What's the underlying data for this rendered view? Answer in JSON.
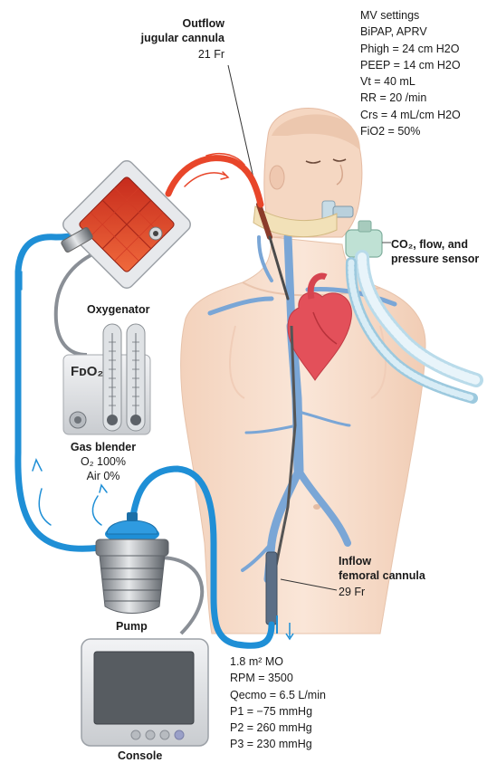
{
  "outflow": {
    "title_line1": "Outflow",
    "title_line2": "jugular cannula",
    "size": "21 Fr"
  },
  "inflow": {
    "title_line1": "Inflow",
    "title_line2": "femoral cannula",
    "size": "29 Fr"
  },
  "mv_settings": [
    "MV settings",
    "BiPAP, APRV",
    "Phigh = 24 cm H2O",
    "PEEP = 14 cm H2O",
    "Vt = 40 mL",
    "RR = 20 /min",
    "Crs = 4 mL/cm H2O",
    "FiO2 = 50%"
  ],
  "sensor": {
    "line1": "CO₂, flow, and",
    "line2": "pressure sensor"
  },
  "oxygenator_label": "Oxygenator",
  "fdo2_label": "FᴅO₂",
  "gas_blender": {
    "title": "Gas blender",
    "o2": "O₂ 100%",
    "air": "Air 0%"
  },
  "pump_label": "Pump",
  "console_label": "Console",
  "ecmo_settings": [
    "1.8 m² MO",
    "RPM = 3500",
    "Qecmo = 6.5 L/min",
    "P1 = −75 mmHg",
    "P2 = 260 mmHg",
    "P3 = 230 mmHg"
  ],
  "colors": {
    "oxygenated_blood": "#e8462a",
    "venous_tube": "#1f8fd6",
    "skin": "#f6dcc8",
    "heart": "#e3505a",
    "vessels": "#7aa6d6",
    "device_gray": "#8a8f96"
  }
}
